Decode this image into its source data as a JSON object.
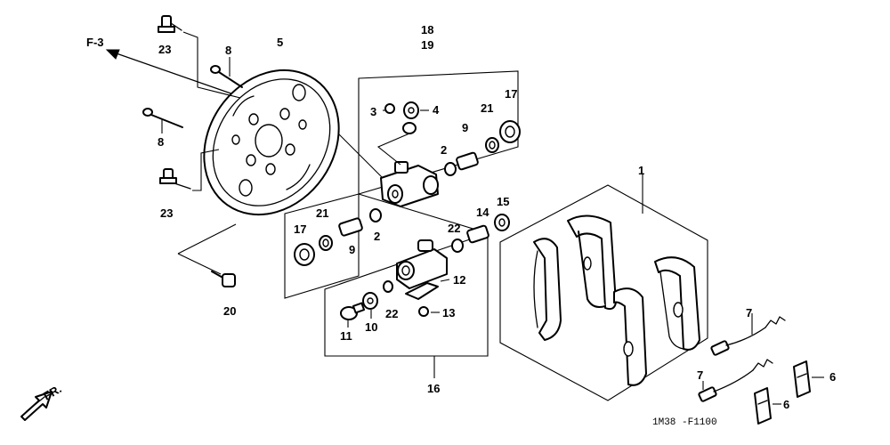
{
  "direction_markers": {
    "top": "F-3",
    "bottom": "FR."
  },
  "callouts": {
    "c1": "1",
    "c2a": "2",
    "c2b": "2",
    "c3": "3",
    "c4": "4",
    "c5": "5",
    "c6a": "6",
    "c6b": "6",
    "c7a": "7",
    "c7b": "7",
    "c8a": "8",
    "c8b": "8",
    "c9a": "9",
    "c9b": "9",
    "c10": "10",
    "c11": "11",
    "c12": "12",
    "c13": "13",
    "c14": "14",
    "c15": "15",
    "c16": "16",
    "c17a": "17",
    "c17b": "17",
    "c18": "18",
    "c19": "19",
    "c20": "20",
    "c21a": "21",
    "c21b": "21",
    "c22a": "22",
    "c22b": "22",
    "c23a": "23",
    "c23b": "23"
  },
  "drawing_code": "1M38 -F1100"
}
